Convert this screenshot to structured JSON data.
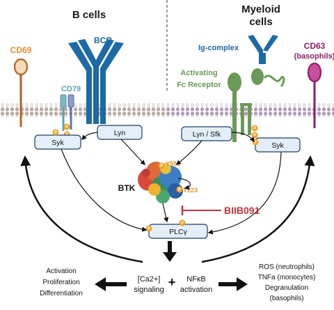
{
  "sections": {
    "left_title": "B cells",
    "right_title_line1": "Myeloid",
    "right_title_line2": "cells"
  },
  "receptors": {
    "cd69": "CD69",
    "bcr": "BCR",
    "cd79": "CD79",
    "ig_complex": "Ig-complex",
    "fc_line1": "Activating",
    "fc_line2": "Fc Receptor",
    "cd63_line1": "CD63",
    "cd63_line2": "(basophils)"
  },
  "kinases": {
    "syk_left": "Syk",
    "lyn": "Lyn",
    "lyn_sfk": "Lyn / Sfk",
    "syk_right": "Syk",
    "btk": "BTK",
    "y551": "Y551",
    "y223": "Y223",
    "plc": "PLCγ"
  },
  "phospho": "P",
  "inhibitor": "BIIB091",
  "signaling": {
    "ca_line1": "[Ca2+]",
    "ca_line2": "signaling",
    "plus": "+",
    "nfkb_line1": "NFκB",
    "nfkb_line2": "activation"
  },
  "outputs_left": [
    "Activation",
    "Proliferation",
    "Differentiation"
  ],
  "outputs_right": [
    "ROS (neutrophils)",
    "TNFa (monocytes)",
    "Degranulation",
    "(basophils)"
  ],
  "colors": {
    "bcr_blue": "#1c6aa6",
    "cd69_brown": "#b5601c",
    "cd69_head": "#f3dcb8",
    "cd79_teal": "#5ba3b2",
    "fc_green": "#6a9a55",
    "cd63_purple": "#8e1e6a",
    "inhibitor_red": "#c8323a",
    "phospho_orange": "#f0a020",
    "label_orange": "#e0902a",
    "membrane_left": "#b8a8a0",
    "membrane_right": "#b09ab6"
  }
}
